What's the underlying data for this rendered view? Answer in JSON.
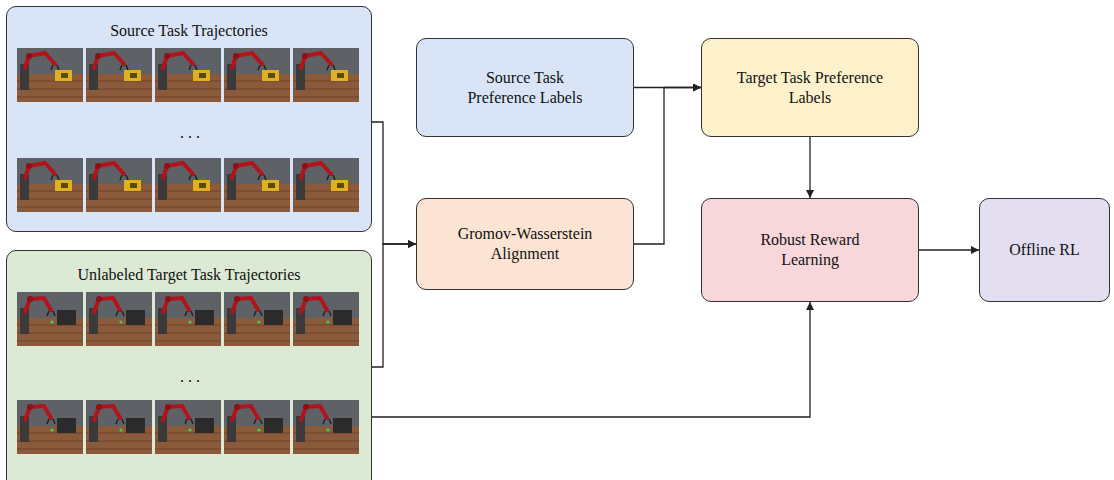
{
  "diagram": {
    "nodes": [
      {
        "text": [
          "Source Task Trajectories"
        ]
      },
      {
        "text": [
          "Unlabeled Target Task Trajectories"
        ]
      },
      {
        "text": [
          "Source Task Preference Labels"
        ]
      },
      {
        "text": [
          "Gromov-Wasserstein Alignment"
        ]
      },
      {
        "text": [
          "Target Task Preference Labels"
        ]
      },
      {
        "text": [
          "Robust Reward Learning"
        ]
      },
      {
        "text": [
          "Offline RL"
        ]
      }
    ],
    "edges": [
      {
        "from": 0,
        "to": 3,
        "arrow": "to"
      },
      {
        "from": 1,
        "to": 3,
        "arrow": "to"
      },
      {
        "from": 2,
        "to": 4,
        "arrow": "to"
      },
      {
        "from": 3,
        "to": 4,
        "arrow": "to"
      },
      {
        "from": 4,
        "to": 5,
        "arrow": "to"
      },
      {
        "from": 1,
        "to": 5,
        "arrow": "to"
      },
      {
        "from": 5,
        "to": 6,
        "arrow": "to"
      }
    ],
    "labels": [
      ". . .",
      ". . ."
    ]
  }
}
